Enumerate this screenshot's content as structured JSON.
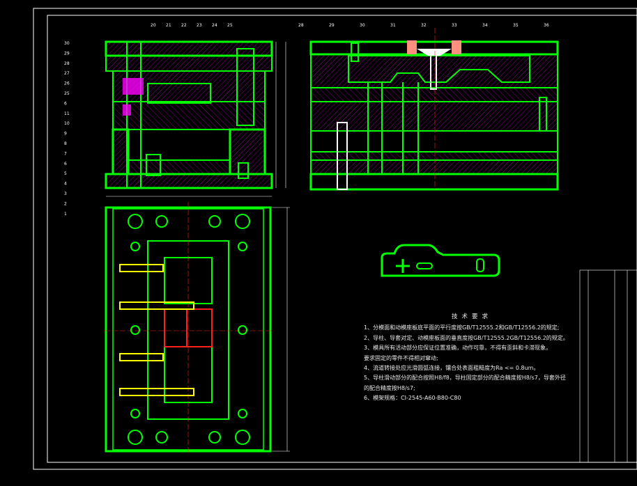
{
  "technical_requirements": {
    "title": "技术要求",
    "items": [
      "1、分模面和动模座板底平面的平行度按GB/T12555.2和GB/T12556.2的规定;",
      "2、导柱、导套对定、动模座板面的垂直度按GB/T12555.2GB/T12556.2的规定。",
      "3、模具所有活动部分应保证位置准确，动作可靠，不得有歪斜和卡滞现象。",
      "   要求固定的零件不得相对窜动;",
      "4、流道转接处应光滑圆弧连接，镶合处表面粗糙度为Ra <= 0.8um。",
      "5、导柱滑动部分的配合按照H8/f8，导柱固定部分的配合精度按H8/s7，导套外径",
      "   的配合精度按H8/s7;",
      "6、模架规格：CI-2545-A60-B80-C80"
    ]
  },
  "callouts_left": [
    "30",
    "29",
    "28",
    "27",
    "26",
    "25",
    "6",
    "11",
    "10",
    "9",
    "8",
    "7",
    "6",
    "5",
    "4",
    "3",
    "2",
    "1"
  ],
  "callouts_top_left": [
    "20",
    "21",
    "22",
    "23",
    "24",
    "25"
  ],
  "callouts_top_right": [
    "28",
    "29",
    "30",
    "31",
    "32",
    "33",
    "34",
    "35",
    "36"
  ],
  "colors": {
    "outline": "#00ff00",
    "hatch": "#ff00ff",
    "bg": "#000000",
    "text": "#ffffff",
    "red": "#ff2020"
  }
}
